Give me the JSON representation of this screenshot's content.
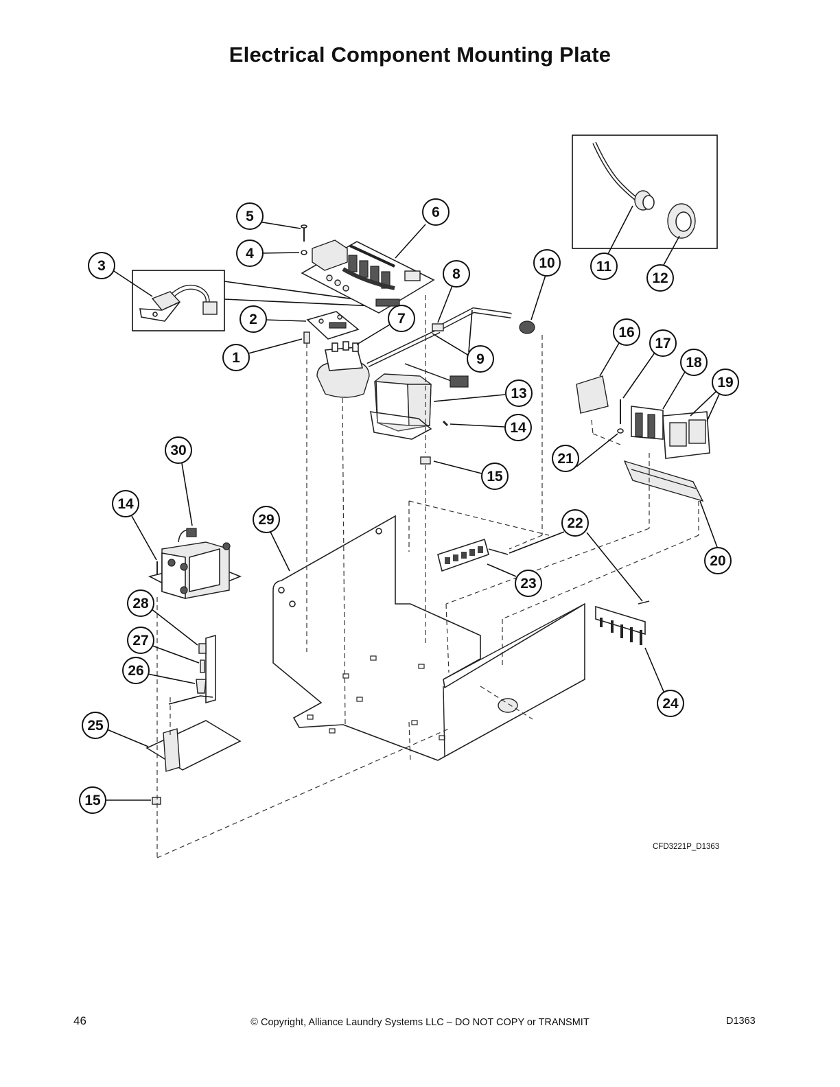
{
  "page": {
    "title": "Electrical Component Mounting Plate",
    "figure_code": "CFD3221P_D1363",
    "page_number": "46",
    "copyright": "© Copyright, Alliance Laundry Systems LLC – DO NOT COPY or TRANSMIT",
    "doc_code": "D1363"
  },
  "callouts": [
    {
      "id": "callout-1",
      "label": "1"
    },
    {
      "id": "callout-2",
      "label": "2"
    },
    {
      "id": "callout-3",
      "label": "3"
    },
    {
      "id": "callout-4",
      "label": "4"
    },
    {
      "id": "callout-5",
      "label": "5"
    },
    {
      "id": "callout-6",
      "label": "6"
    },
    {
      "id": "callout-7",
      "label": "7"
    },
    {
      "id": "callout-8",
      "label": "8"
    },
    {
      "id": "callout-9",
      "label": "9"
    },
    {
      "id": "callout-10",
      "label": "10"
    },
    {
      "id": "callout-11",
      "label": "11"
    },
    {
      "id": "callout-12",
      "label": "12"
    },
    {
      "id": "callout-13",
      "label": "13"
    },
    {
      "id": "callout-14a",
      "label": "14"
    },
    {
      "id": "callout-14b",
      "label": "14"
    },
    {
      "id": "callout-15a",
      "label": "15"
    },
    {
      "id": "callout-15b",
      "label": "15"
    },
    {
      "id": "callout-16",
      "label": "16"
    },
    {
      "id": "callout-17",
      "label": "17"
    },
    {
      "id": "callout-18",
      "label": "18"
    },
    {
      "id": "callout-19",
      "label": "19"
    },
    {
      "id": "callout-20",
      "label": "20"
    },
    {
      "id": "callout-21",
      "label": "21"
    },
    {
      "id": "callout-22",
      "label": "22"
    },
    {
      "id": "callout-23",
      "label": "23"
    },
    {
      "id": "callout-24",
      "label": "24"
    },
    {
      "id": "callout-25",
      "label": "25"
    },
    {
      "id": "callout-26",
      "label": "26"
    },
    {
      "id": "callout-27",
      "label": "27"
    },
    {
      "id": "callout-28",
      "label": "28"
    },
    {
      "id": "callout-29",
      "label": "29"
    },
    {
      "id": "callout-30",
      "label": "30"
    }
  ]
}
